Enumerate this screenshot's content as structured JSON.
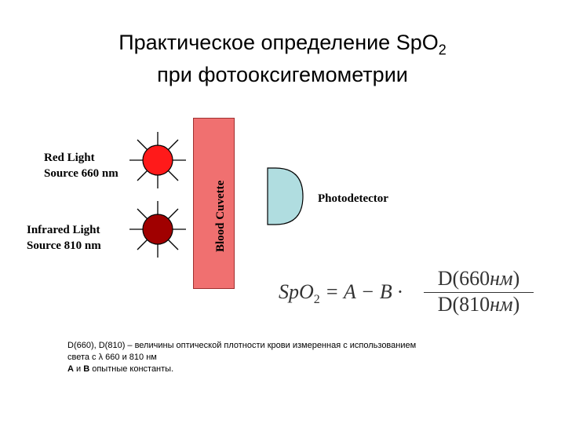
{
  "title": {
    "line1": "Практическое определение Sp",
    "line1_o": "O",
    "line1_sub": "2",
    "line2": "при  фотооксигемометрии"
  },
  "sources": {
    "red": {
      "line1": "Red Light",
      "line2": "Source 660  nm",
      "color": "#ff1a1a"
    },
    "infrared": {
      "line1": "Infrared Light",
      "line2": "Source 810 nm",
      "color": "#a00000"
    }
  },
  "cuvette": {
    "label": "Blood Cuvette",
    "color": "#f07070"
  },
  "photodetector": {
    "label": "Photodetector",
    "color": "#b0dde0"
  },
  "formula": {
    "lhs": "SpO",
    "lhs_sub": "2",
    "middle": " = A − B ·",
    "numerator": "D(660",
    "numerator_unit": "нм",
    "numerator_close": ")",
    "denominator": "D(810",
    "denominator_unit": "нм",
    "denominator_close": ")"
  },
  "note": {
    "line1": "D(660), D(810) – величины оптической плотности крови измеренная с использованием",
    "line2": "света  с λ 660 и 810 нм",
    "line3_a": "A",
    "line3_mid": " и ",
    "line3_b": "B",
    "line3_rest": " опытные константы."
  }
}
